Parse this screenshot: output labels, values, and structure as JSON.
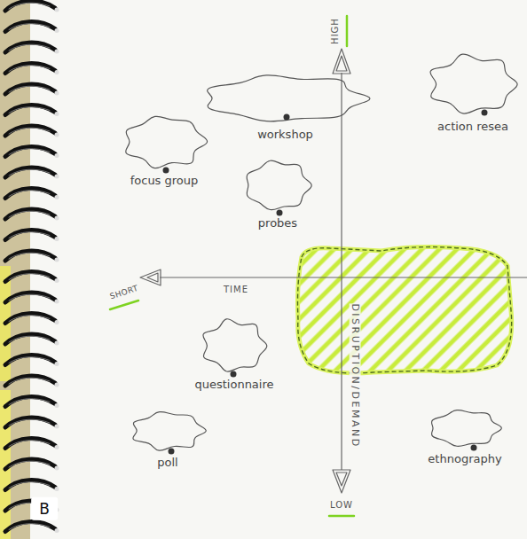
{
  "diagram": {
    "nodes": [
      {
        "text": [
          "workshop"
        ]
      },
      {
        "text": [
          "action resea"
        ]
      },
      {
        "text": [
          "focus group"
        ]
      },
      {
        "text": [
          "probes"
        ]
      },
      {
        "text": [
          "questionnaire"
        ]
      },
      {
        "text": [
          "poll"
        ]
      },
      {
        "text": [
          "ethnography"
        ]
      }
    ],
    "labels": [
      "HIGH",
      "SHORT",
      "TIME",
      "DISRUPTION/DEMAND",
      "LOW",
      "B"
    ]
  }
}
